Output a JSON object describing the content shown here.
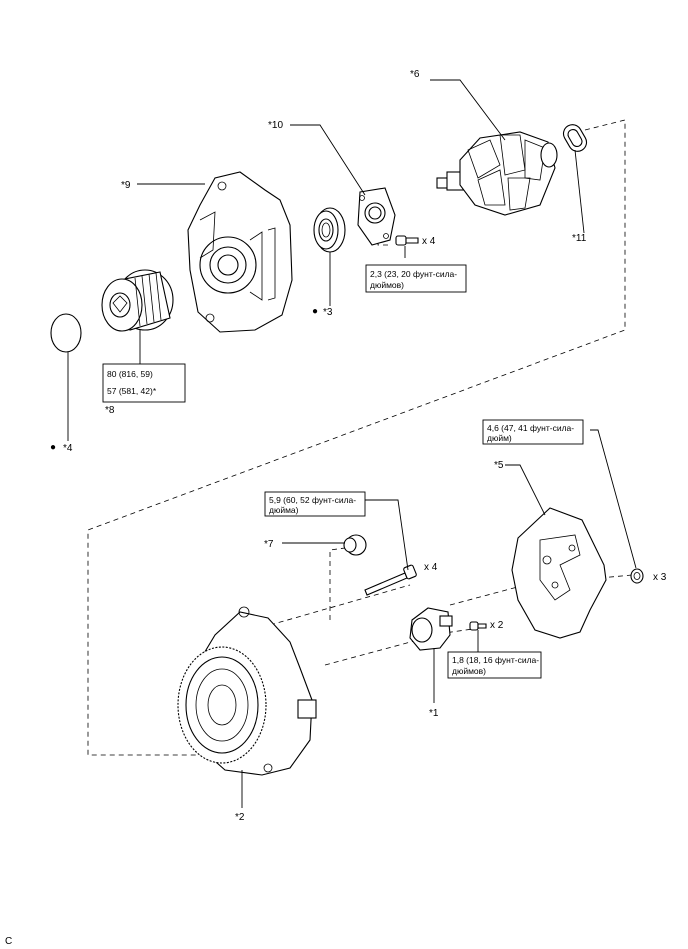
{
  "labels": {
    "p1": "*1",
    "p2": "*2",
    "p3": "*3",
    "p4": "*4",
    "p5": "*5",
    "p6": "*6",
    "p7": "*7",
    "p8": "*8",
    "p9": "*9",
    "p10": "*10",
    "p11": "*11"
  },
  "quantities": {
    "q_bolt_rear": "x 4",
    "q_bolt_long": "x 4",
    "q_nut_cover": "x 3",
    "q_screw_brush": "x 2"
  },
  "torque": {
    "bearing_retainer": [
      "2,3 (23, 20 фунт-сила-",
      "дюймов)"
    ],
    "pulley": [
      "80 (816, 59)",
      "57 (581, 42)*"
    ],
    "rear_cover_nut": [
      "4,6 (47, 41 фунт-сила-",
      "дюйм)"
    ],
    "through_bolt": [
      "5,9 (60, 52 фунт-сила-",
      "дюйма)"
    ],
    "brush_holder": [
      "1,8 (18, 16 фунт-сила-",
      "дюймов)"
    ]
  },
  "marks": {
    "non_reusable": "●"
  },
  "corner_code": "C"
}
